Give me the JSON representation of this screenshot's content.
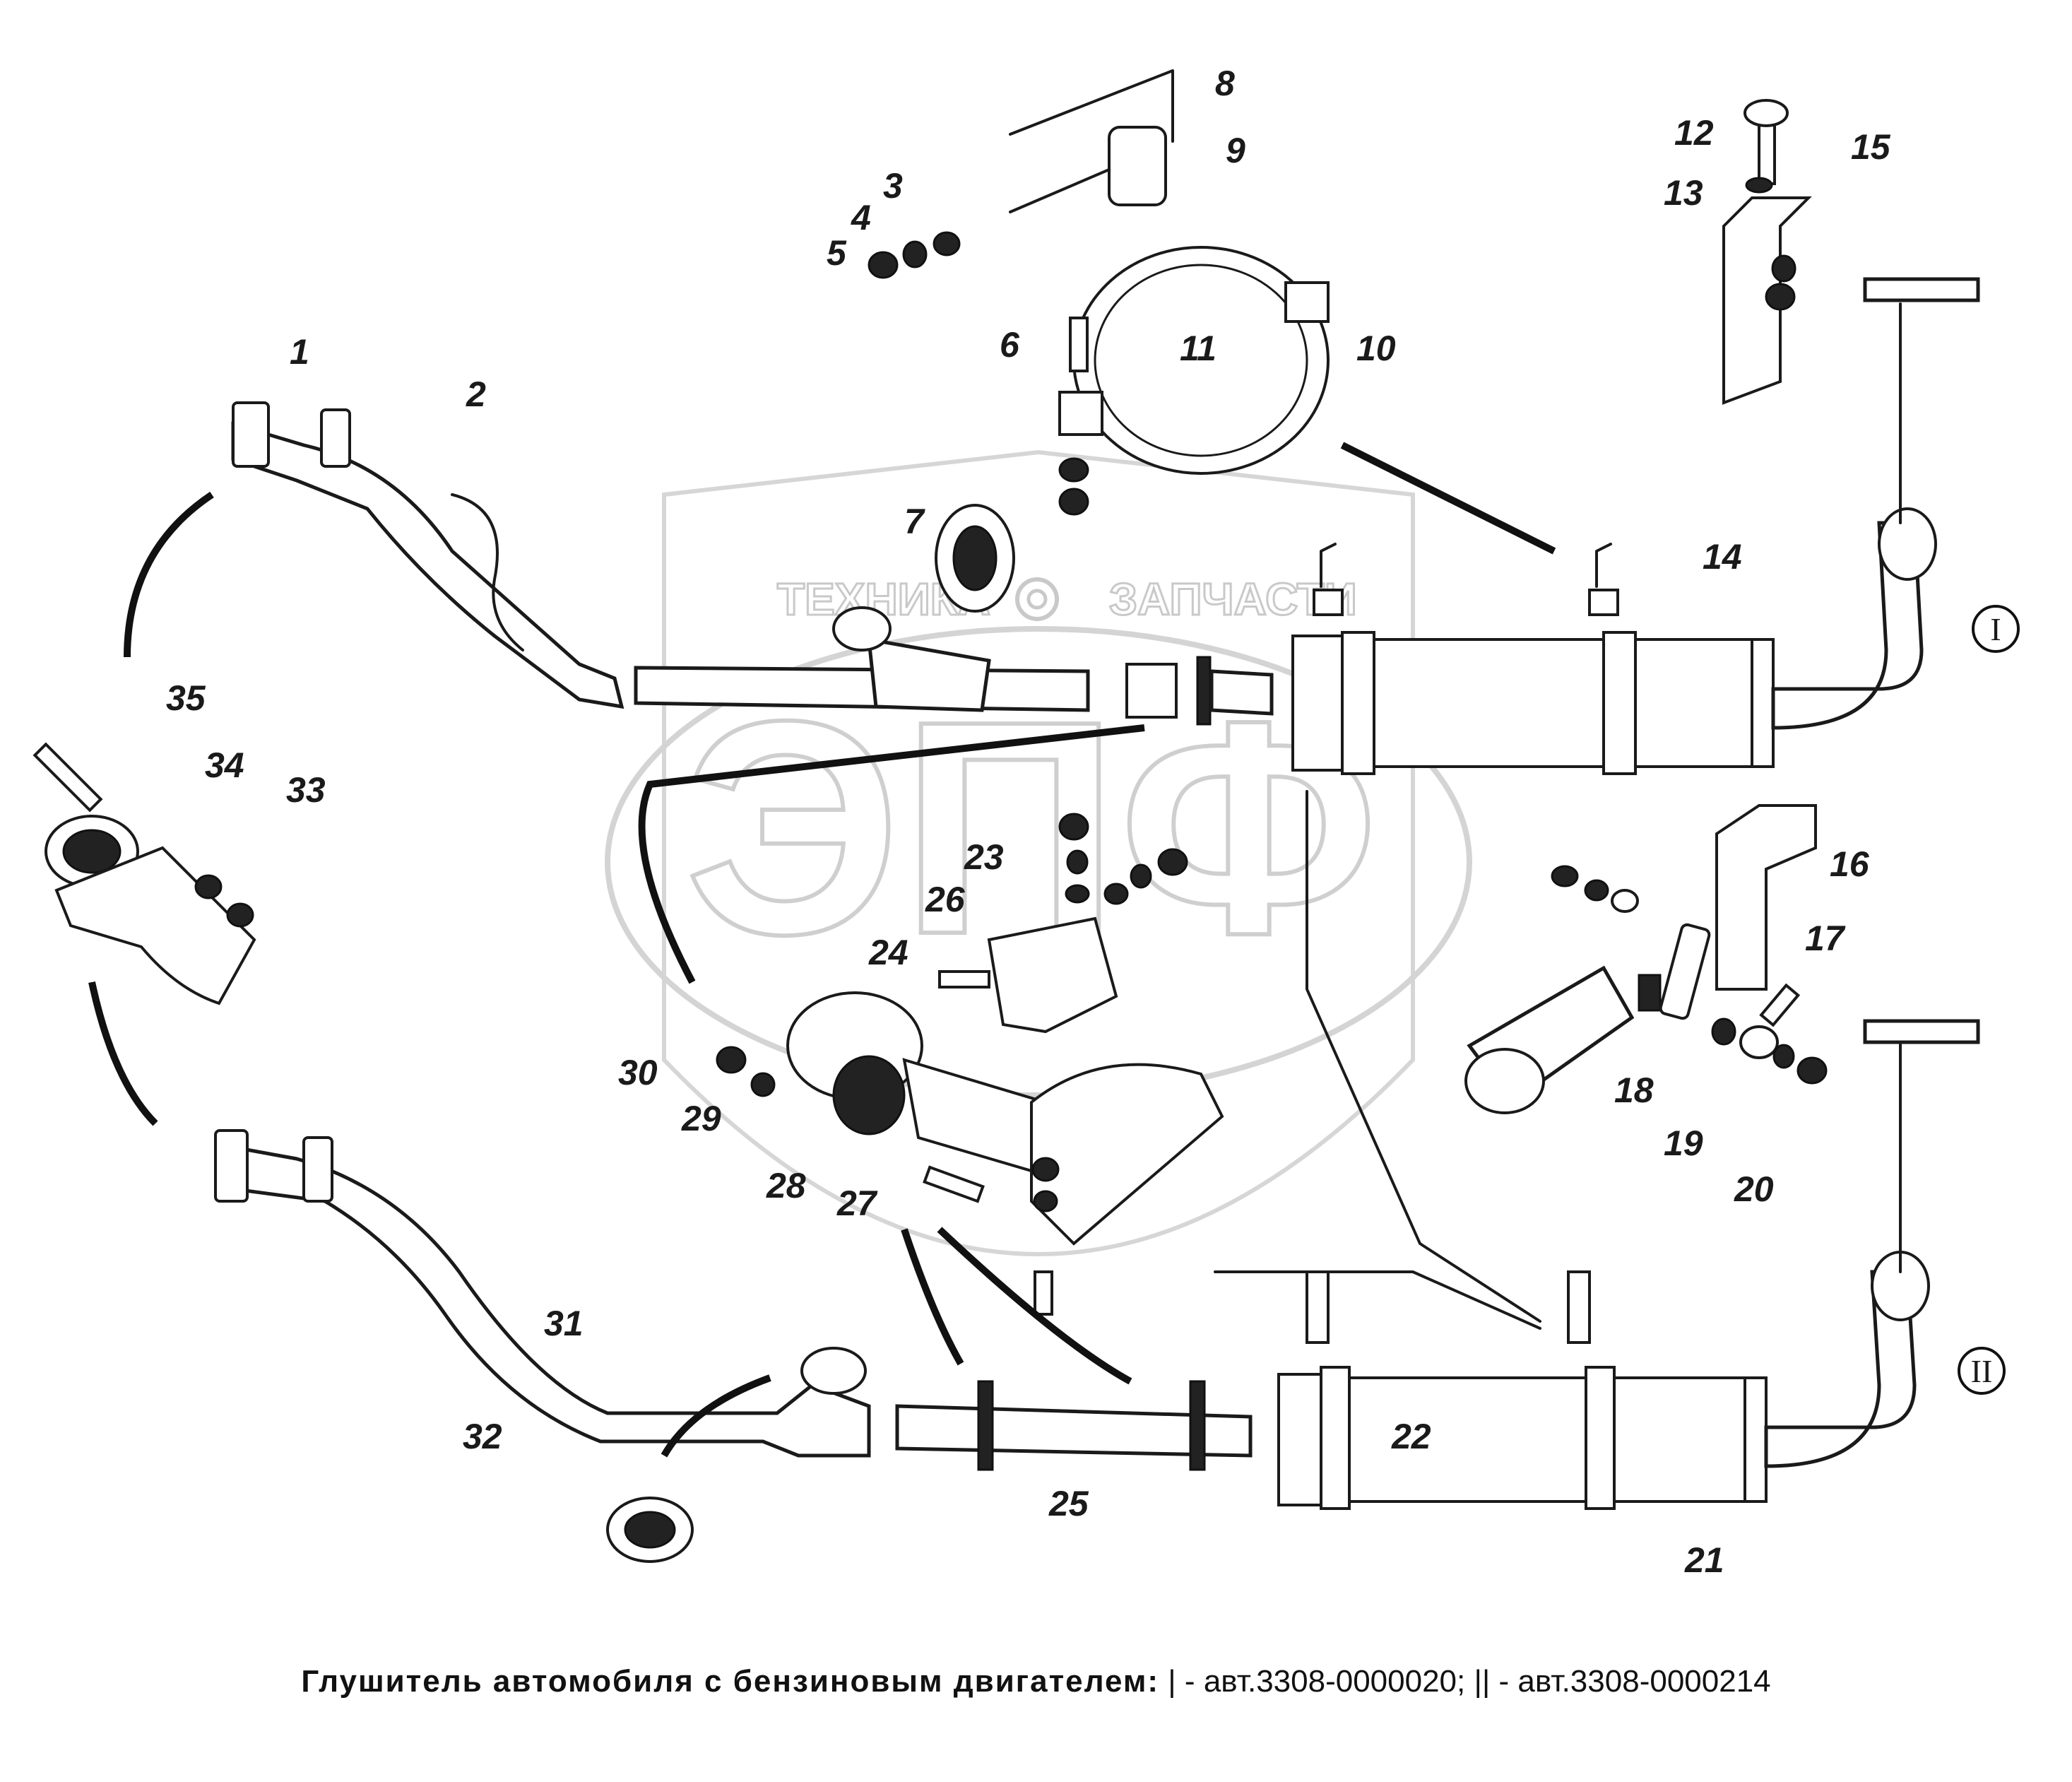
{
  "caption": {
    "title": "Глушитель  автомобиля с бензиновым двигателем:",
    "variants": "| - авт.3308-0000020; || - авт.3308-0000214"
  },
  "watermark": {
    "left_word": "ТЕХНИКА",
    "right_word": "ЗАПЧАСТИ",
    "logo_letters": "ЭПФ"
  },
  "variant_marks": [
    "I",
    "II"
  ],
  "part_labels": [
    "1",
    "2",
    "3",
    "4",
    "5",
    "6",
    "7",
    "8",
    "9",
    "10",
    "11",
    "12",
    "13",
    "14",
    "15",
    "16",
    "17",
    "18",
    "19",
    "20",
    "21",
    "22",
    "23",
    "24",
    "25",
    "26",
    "27",
    "28",
    "29",
    "30",
    "31",
    "32",
    "33",
    "34",
    "35"
  ]
}
